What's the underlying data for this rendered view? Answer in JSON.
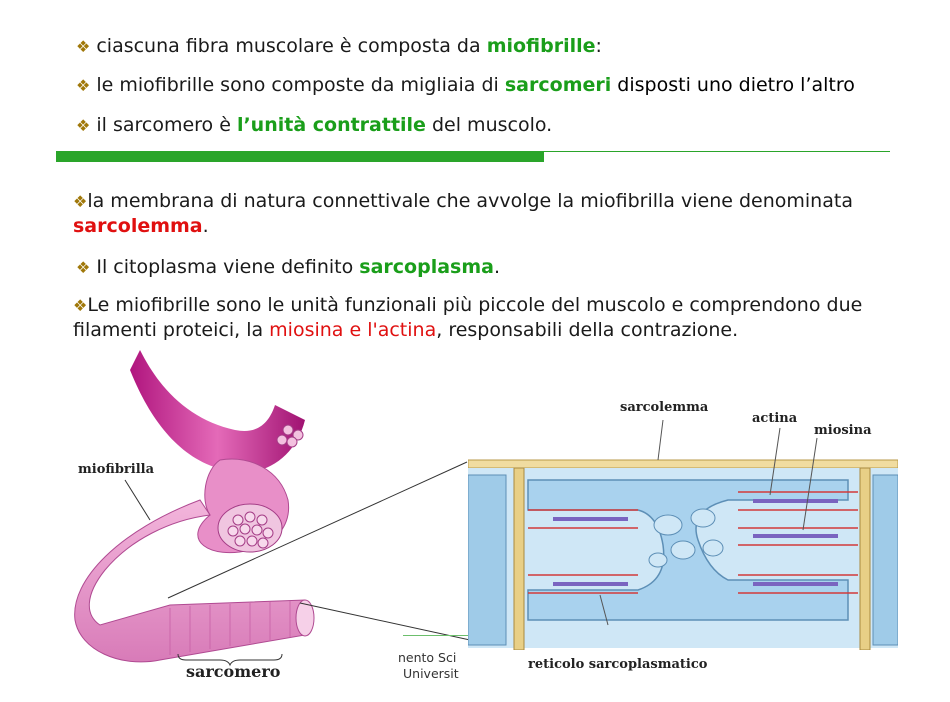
{
  "bullets_top": [
    {
      "pre": "ciascuna fibra muscolare è composta da ",
      "hl": "miofibrille",
      "post": ":"
    },
    {
      "pre": "le miofibrille sono composte da migliaia di ",
      "hl": "sarcomeri",
      "post": " disposti uno dietro l’altro"
    },
    {
      "pre": "il sarcomero è ",
      "hl": "l’unità contrattile",
      "post": " del muscolo."
    }
  ],
  "bullets_bottom": [
    {
      "pre": "la membrana di natura connettivale che avvolge la miofibrilla viene denominata ",
      "hl": "sarcolemma",
      "post": "."
    },
    {
      "pre": "Il citoplasma viene definito ",
      "hl": "sarcoplasma",
      "post": "."
    },
    {
      "pre": "Le miofibrille sono le unità funzionali più piccole del muscolo e comprendono due filamenti proteici, la ",
      "hl": "miosina e l'actina",
      "post": ", responsabili della contrazione."
    }
  ],
  "bullet_glyph": "❖",
  "figure_labels": {
    "miofibrilla": "miofibrilla",
    "sarcomero": "sarcomero",
    "sarcolemma": "sarcolemma",
    "actina": "actina",
    "miosina": "miosina",
    "reticolo": "reticolo sarcoplasmatico"
  },
  "footer": {
    "line1": "nento Sci",
    "line2": "Universit"
  },
  "colors": {
    "accent_green": "#2aa52a",
    "text_green": "#1a9e1a",
    "text_red": "#e01010",
    "bullet": "#a0780a"
  }
}
